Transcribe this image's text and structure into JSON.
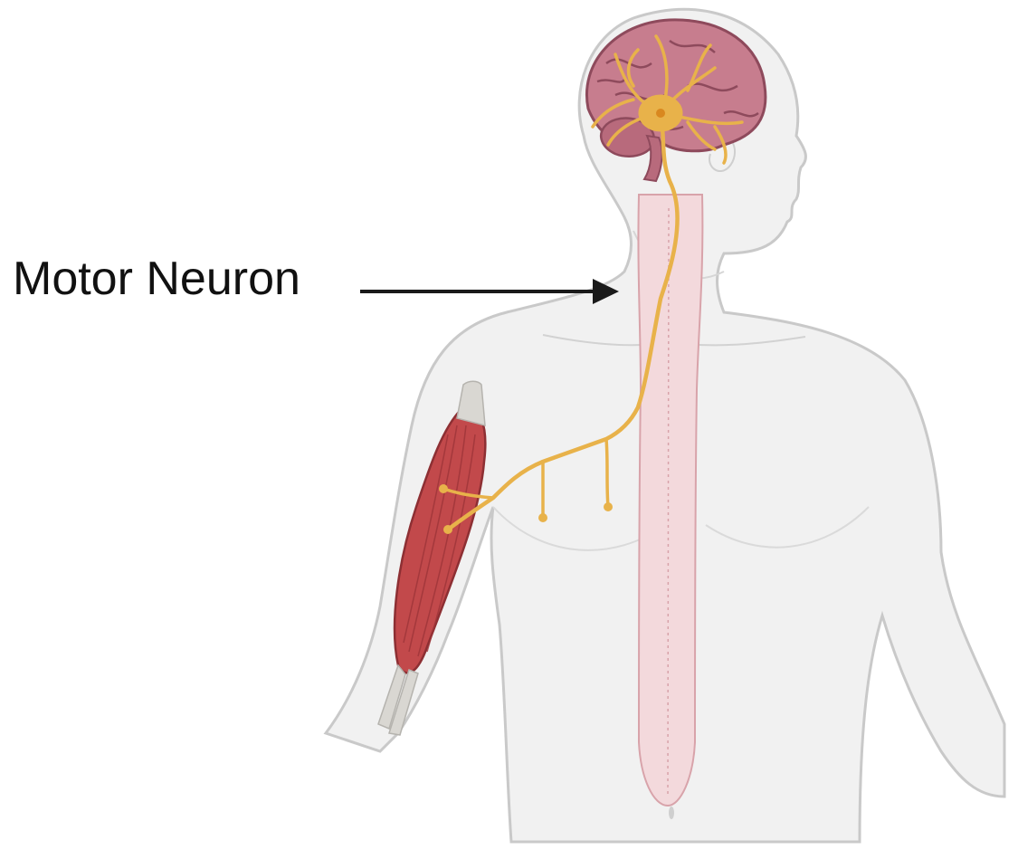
{
  "label": {
    "text": "Motor Neuron",
    "arrow_color": "#1a1a1a"
  },
  "colors": {
    "body_fill": "#f1f1f1",
    "body_stroke": "#c9c9c9",
    "spinal_cord_fill": "#f3d9dc",
    "spinal_cord_stroke": "#d8a3aa",
    "brain_fill": "#c77d8e",
    "brain_stroke": "#8e4a5c",
    "cerebellum_fill": "#b86a7c",
    "neuron_color": "#e8b24a",
    "neuron_nucleus": "#d9881f",
    "muscle_fill": "#c2494b",
    "muscle_stroke": "#8d2f33",
    "tendon_fill": "#d9d7d2"
  },
  "icons": [
    "human-torso",
    "brain",
    "spinal-cord",
    "motor-neuron-cell",
    "arm-muscle"
  ]
}
